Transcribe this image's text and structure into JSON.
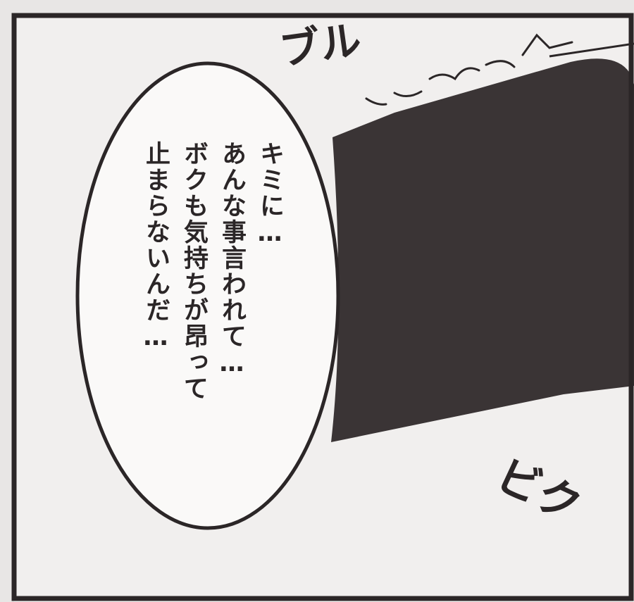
{
  "speech_bubble": {
    "lines": [
      "キミに…",
      "あんな事言われて…",
      "ボクも気持ちが昂って",
      "止まらないんだ…"
    ]
  },
  "sound_effects": {
    "top": "ブル",
    "bottom": "ビク"
  },
  "colors": {
    "background": "#e8e6e5",
    "panel_fill": "#f1efee",
    "ink": "#2b2627",
    "dark_shape": "#3a3435"
  }
}
